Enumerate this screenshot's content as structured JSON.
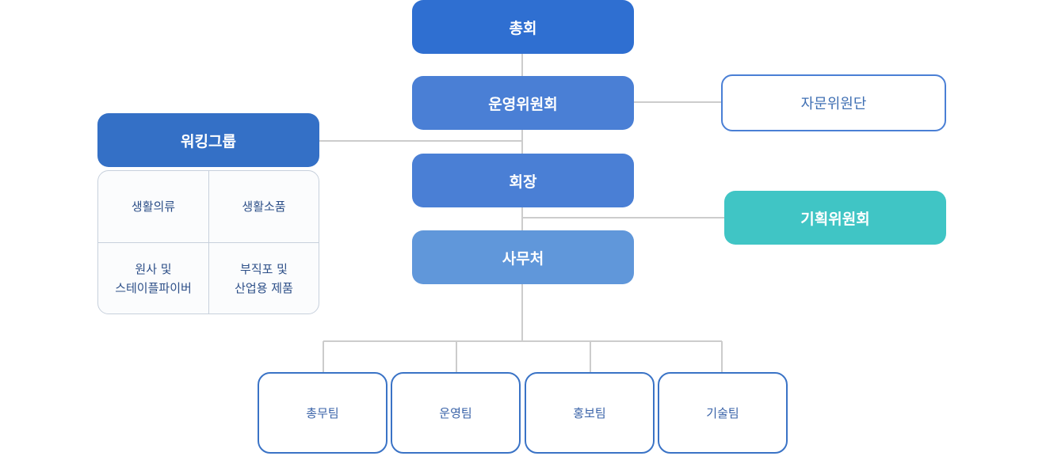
{
  "org": {
    "general_assembly": "총회",
    "steering_committee": "운영위원회",
    "advisory_group": "자문위원단",
    "working_group": {
      "title": "워킹그룹",
      "cells": [
        {
          "line1": "생활의류",
          "line2": ""
        },
        {
          "line1": "생활소품",
          "line2": ""
        },
        {
          "line1": "원사 및",
          "line2": "스테이플파이버"
        },
        {
          "line1": "부직포 및",
          "line2": "산업용 제품"
        }
      ]
    },
    "chairman": "회장",
    "planning_committee": "기획위원회",
    "secretariat": "사무처",
    "teams": [
      "총무팀",
      "운영팀",
      "홍보팀",
      "기술팀"
    ]
  },
  "colors": {
    "line": "#cccccc",
    "dark_blue": "#2f6fd1",
    "mid_blue": "#4a7fd5",
    "light_blue": "#6097da",
    "teal": "#40c5c5"
  }
}
